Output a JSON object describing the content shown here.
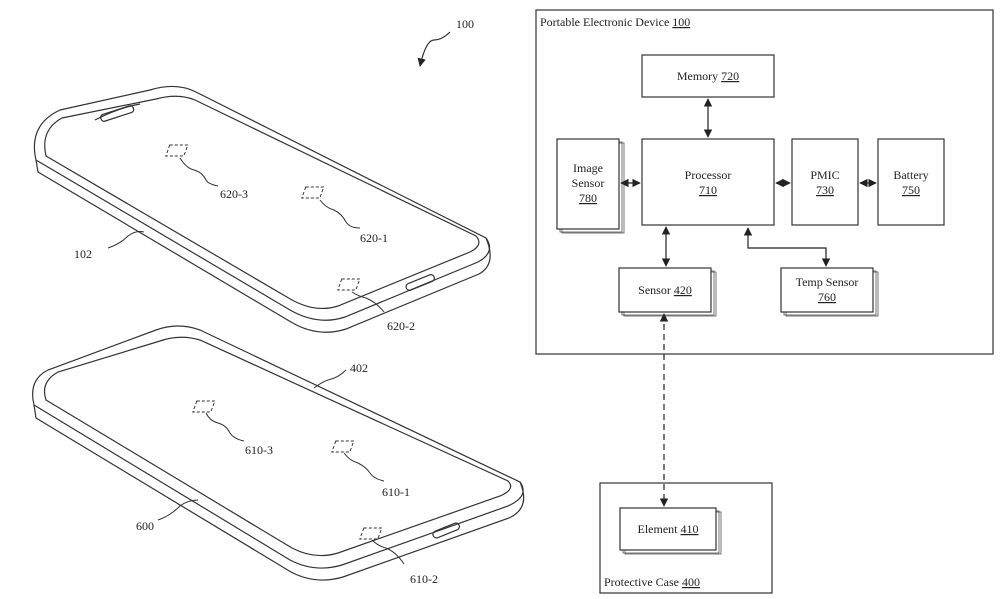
{
  "figure": {
    "ref_main": "100",
    "device_frame": {
      "title": "Portable Electronic Device",
      "num": "100"
    },
    "case_frame": {
      "title": "Protective Case",
      "num": "400"
    },
    "blocks": {
      "memory": {
        "title": "Memory",
        "num": "720"
      },
      "image_sensor": {
        "title1": "Image",
        "title2": "Sensor",
        "num": "780"
      },
      "processor": {
        "title": "Processor",
        "num": "710"
      },
      "pmic": {
        "title": "PMIC",
        "num": "730"
      },
      "battery": {
        "title": "Battery",
        "num": "750"
      },
      "sensor": {
        "title": "Sensor",
        "num": "420"
      },
      "temp_sensor": {
        "title": "Temp Sensor",
        "num": "760"
      },
      "element": {
        "title": "Element",
        "num": "410"
      }
    },
    "phone_labels": {
      "housing": "102",
      "s1": "620-1",
      "s2": "620-2",
      "s3": "620-3"
    },
    "case_labels": {
      "case": "600",
      "rim": "402",
      "e1": "610-1",
      "e2": "610-2",
      "e3": "610-3"
    }
  }
}
